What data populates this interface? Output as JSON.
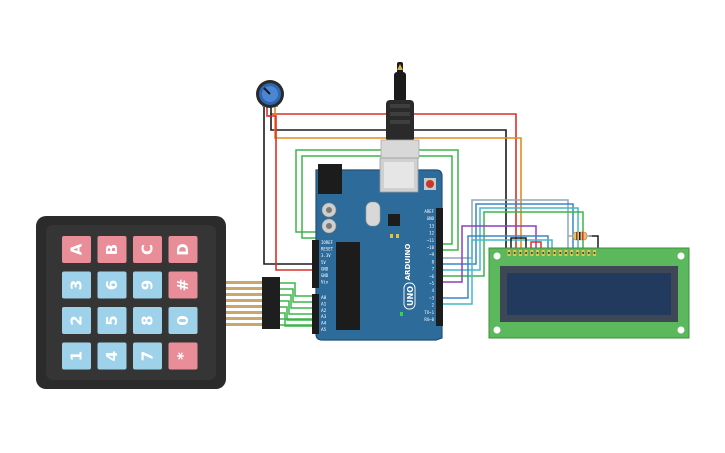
{
  "canvas_bg": "#ffffff",
  "colors": {
    "keypad_body": "#2b2b2b",
    "keypad_inner": "#3a3a3a",
    "key_blue": "#9ed2ea",
    "key_red": "#e98e98",
    "arduino_board": "#2d6b9b",
    "arduino_dark": "#1f4f75",
    "lcd_board": "#5cb85c",
    "lcd_screen": "#223a5e",
    "wire_red": "#d9302c",
    "wire_black": "#1b1b1b",
    "wire_orange": "#e58a1f",
    "wire_green": "#3bb54a",
    "wire_purple": "#8e3fbf",
    "wire_blue": "#3a86c8",
    "wire_teal": "#45b7c5",
    "pot_knob": "#2d67b3"
  },
  "keypad": {
    "rows": [
      [
        {
          "label": "A",
          "color": "red"
        },
        {
          "label": "B",
          "color": "red"
        },
        {
          "label": "C",
          "color": "red"
        },
        {
          "label": "D",
          "color": "red"
        }
      ],
      [
        {
          "label": "3",
          "color": "blue"
        },
        {
          "label": "6",
          "color": "blue"
        },
        {
          "label": "9",
          "color": "blue"
        },
        {
          "label": "#",
          "color": "red"
        }
      ],
      [
        {
          "label": "2",
          "color": "blue"
        },
        {
          "label": "5",
          "color": "blue"
        },
        {
          "label": "8",
          "color": "blue"
        },
        {
          "label": "0",
          "color": "blue"
        }
      ],
      [
        {
          "label": "1",
          "color": "blue"
        },
        {
          "label": "4",
          "color": "blue"
        },
        {
          "label": "7",
          "color": "blue"
        },
        {
          "label": "*",
          "color": "red"
        }
      ]
    ]
  },
  "arduino": {
    "brand": "ARDUINO",
    "model": "UNO",
    "power_labels": [
      "IOREF",
      "RESET",
      "3.3V",
      "5V",
      "GND",
      "GND",
      "Vin"
    ],
    "analog_labels": [
      "A0",
      "A1",
      "A2",
      "A3",
      "A4",
      "A5"
    ],
    "digital_labels": [
      "AREF",
      "GND",
      "13",
      "12",
      "~11",
      "~10",
      "~9",
      "8",
      "7",
      "~6",
      "~5",
      "4",
      "~3",
      "2",
      "TX→1",
      "RX←0"
    ]
  },
  "lcd": {
    "display_text": ""
  }
}
